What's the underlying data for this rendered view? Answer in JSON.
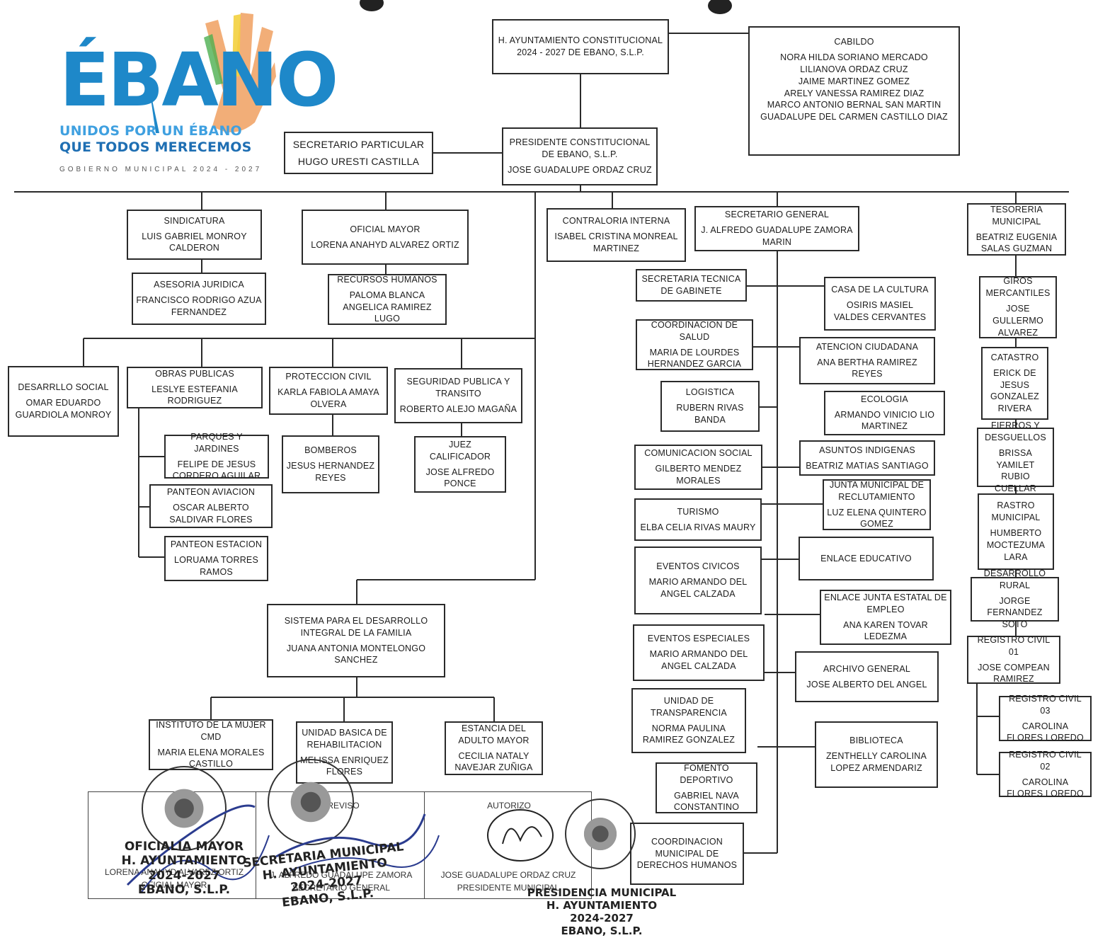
{
  "header": {
    "logo_word": "ÉBANO",
    "tagline_1": "UNIDOS POR UN ÉBANO",
    "tagline_2": "QUE TODOS MERECEMOS",
    "gov_line": "GOBIERNO MUNICIPAL 2024 - 2027"
  },
  "org": {
    "ayuntamiento": {
      "title": "H. AYUNTAMIENTO CONSTITUCIONAL 2024 - 2027 DE EBANO, S.L.P."
    },
    "cabildo": {
      "title": "CABILDO",
      "members": [
        "NORA HILDA SORIANO MERCADO",
        "LILIANOVA ORDAZ CRUZ",
        "JAIME MARTINEZ GOMEZ",
        "ARELY VANESSA RAMIREZ DIAZ",
        "MARCO ANTONIO BERNAL SAN MARTIN",
        "GUADALUPE DEL CARMEN CASTILLO DIAZ"
      ]
    },
    "presidente": {
      "title": "PRESIDENTE CONSTITUCIONAL DE EBANO, S.L.P.",
      "person": "JOSE GUADALUPE ORDAZ CRUZ"
    },
    "secretario_particular": {
      "title": "SECRETARIO PARTICULAR",
      "person": "HUGO URESTI CASTILLA"
    },
    "sindicatura": {
      "title": "SINDICATURA",
      "person": "LUIS GABRIEL MONROY CALDERON"
    },
    "oficial_mayor": {
      "title": "OFICIAL MAYOR",
      "person": "LORENA ANAHYD ALVAREZ ORTIZ"
    },
    "contraloria": {
      "title": "CONTRALORIA INTERNA",
      "person": "ISABEL CRISTINA MONREAL MARTINEZ"
    },
    "secretario_general": {
      "title": "SECRETARIO GENERAL",
      "person": "J. ALFREDO GUADALUPE ZAMORA MARIN"
    },
    "tesoreria": {
      "title": "TESORERIA MUNICIPAL",
      "person": "BEATRIZ EUGENIA SALAS GUZMAN"
    },
    "asesoria_juridica": {
      "title": "ASESORIA JURIDICA",
      "person": "FRANCISCO RODRIGO AZUA FERNANDEZ"
    },
    "recursos_humanos": {
      "title": "RECURSOS HUMANOS",
      "person": "PALOMA BLANCA ANGELICA RAMIREZ LUGO"
    },
    "desarrollo_social": {
      "title": "DESARRLLO SOCIAL",
      "person": "OMAR EDUARDO GUARDIOLA MONROY"
    },
    "obras_publicas": {
      "title": "OBRAS PUBLICAS",
      "person": "LESLYE ESTEFANIA RODRIGUEZ"
    },
    "proteccion_civil": {
      "title": "PROTECCION CIVIL",
      "person": "KARLA FABIOLA AMAYA OLVERA"
    },
    "seguridad_publica": {
      "title": "SEGURIDAD PUBLICA Y TRANSITO",
      "person": "ROBERTO ALEJO MAGAÑA"
    },
    "parques": {
      "title": "PARQUES Y JARDINES",
      "person": "FELIPE DE JESUS CORDERO AGUILAR"
    },
    "panteon_aviacion": {
      "title": "PANTEON AVIACION",
      "person": "OSCAR ALBERTO SALDIVAR FLORES"
    },
    "panteon_estacion": {
      "title": "PANTEON ESTACION",
      "person": "LORUAMA TORRES RAMOS"
    },
    "bomberos": {
      "title": "BOMBEROS",
      "person": "JESUS HERNANDEZ REYES"
    },
    "juez": {
      "title": "JUEZ CALIFICADOR",
      "person": "JOSE ALFREDO PONCE"
    },
    "dif": {
      "title": "SISTEMA PARA EL DESARROLLO INTEGRAL DE LA FAMILIA",
      "person": "JUANA ANTONIA MONTELONGO SANCHEZ"
    },
    "instituto_mujer": {
      "title": "INSTITUTO DE LA MUJER CMD",
      "person": "MARIA ELENA MORALES CASTILLO"
    },
    "ubr": {
      "title": "UNIDAD BASICA DE REHABILITACION",
      "person": "MELISSA ENRIQUEZ FLORES"
    },
    "estancia": {
      "title": "ESTANCIA DEL ADULTO MAYOR",
      "person": "CECILIA NATALY NAVEJAR ZUÑIGA"
    },
    "sec_tecnica": {
      "title": "SECRETARIA TECNICA DE GABINETE",
      "person": ""
    },
    "coord_salud": {
      "title": "COORDINACION DE SALUD",
      "person": "MARIA DE LOURDES HERNANDEZ GARCIA"
    },
    "logistica": {
      "title": "LOGISTICA",
      "person": "RUBERN RIVAS BANDA"
    },
    "comunicacion": {
      "title": "COMUNICACION SOCIAL",
      "person": "GILBERTO MENDEZ MORALES"
    },
    "turismo": {
      "title": "TURISMO",
      "person": "ELBA CELIA RIVAS MAURY"
    },
    "eventos_civicos": {
      "title": "EVENTOS CIVICOS",
      "person": "MARIO ARMANDO DEL ANGEL CALZADA"
    },
    "eventos_especiales": {
      "title": "EVENTOS ESPECIALES",
      "person": "MARIO ARMANDO DEL ANGEL CALZADA"
    },
    "transparencia": {
      "title": "UNIDAD DE TRANSPARENCIA",
      "person": "NORMA PAULINA RAMIREZ GONZALEZ"
    },
    "fomento_deportivo": {
      "title": "FOMENTO DEPORTIVO",
      "person": "GABRIEL NAVA CONSTANTINO"
    },
    "derechos_humanos": {
      "title": "COORDINACION MUNICIPAL DE DERECHOS HUMANOS",
      "person": ""
    },
    "casa_cultura": {
      "title": "CASA DE LA CULTURA",
      "person": "OSIRIS MASIEL VALDES CERVANTES"
    },
    "atencion_ciudadana": {
      "title": "ATENCION CIUDADANA",
      "person": "ANA BERTHA RAMIREZ REYES"
    },
    "ecologia": {
      "title": "ECOLOGIA",
      "person": "ARMANDO VINICIO LIO MARTINEZ"
    },
    "asuntos_indigenas": {
      "title": "ASUNTOS INDIGENAS",
      "person": "BEATRIZ MATIAS SANTIAGO"
    },
    "reclutamiento": {
      "title": "JUNTA MUNICIPAL DE RECLUTAMIENTO",
      "person": "LUZ ELENA QUINTERO GOMEZ"
    },
    "enlace_educativo": {
      "title": "ENLACE EDUCATIVO",
      "person": ""
    },
    "enlace_empleo": {
      "title": "ENLACE JUNTA ESTATAL DE EMPLEO",
      "person": "ANA KAREN TOVAR LEDEZMA"
    },
    "archivo": {
      "title": "ARCHIVO GENERAL",
      "person": "JOSE ALBERTO DEL ANGEL"
    },
    "biblioteca": {
      "title": "BIBLIOTECA",
      "person": "ZENTHELLY CAROLINA LOPEZ ARMENDARIZ"
    },
    "giros": {
      "title": "GIROS MERCANTILES",
      "person": "JOSE GULLERMO ALVAREZ"
    },
    "catastro": {
      "title": "CATASTRO",
      "person": "ERICK DE JESUS GONZALEZ RIVERA"
    },
    "fierros": {
      "title": "FIERROS Y DESGUELLOS",
      "person": "BRISSA YAMILET RUBIO CUELLAR"
    },
    "rastro": {
      "title": "RASTRO MUNICIPAL",
      "person": "HUMBERTO MOCTEZUMA LARA"
    },
    "desarrollo_rural": {
      "title": "DESARROLLO RURAL",
      "person": "JORGE FERNANDEZ SOTO"
    },
    "registro_01": {
      "title": "REGISTRO CIVIL 01",
      "person": "JOSE COMPEAN RAMIREZ"
    },
    "registro_03": {
      "title": "REGISTRO CIVIL 03",
      "person": "CAROLINA FLORES LOREDO"
    },
    "registro_02": {
      "title": "REGISTRO CIVIL 02",
      "person": "CAROLINA FLORES LOREDO"
    }
  },
  "signatures": {
    "col1_name": "LORENA ANAHYD ALVAREZ ORTIZ",
    "col1_role": "OFICIAL MAYOR",
    "col1_stamp": "OFICIALIA MAYOR\nH. AYUNTAMIENTO\n2024-2027\nEBANO, S.L.P.",
    "col2_label": "REVISO",
    "col2_name": "J. ALFREDO GUADALUPE ZAMORA",
    "col2_role": "SECRETARIO GENERAL",
    "col2_stamp": "SECRETARIA MUNICIPAL\nH. AYUNTAMIENTO\n2024-2027\nEBANO, S.L.P.",
    "col3_label": "AUTORIZO",
    "col3_name": "JOSE GUADALUPE ORDAZ CRUZ",
    "col3_role": "PRESIDENTE MUNICIPAL",
    "col3_stamp": "PRESIDENCIA MUNICIPAL\nH. AYUNTAMIENTO\n2024-2027\nEBANO, S.L.P."
  },
  "colors": {
    "line": "#2a2a2a",
    "logo_blue": "#1e88c9",
    "logo_dark": "#1f6fb3"
  }
}
